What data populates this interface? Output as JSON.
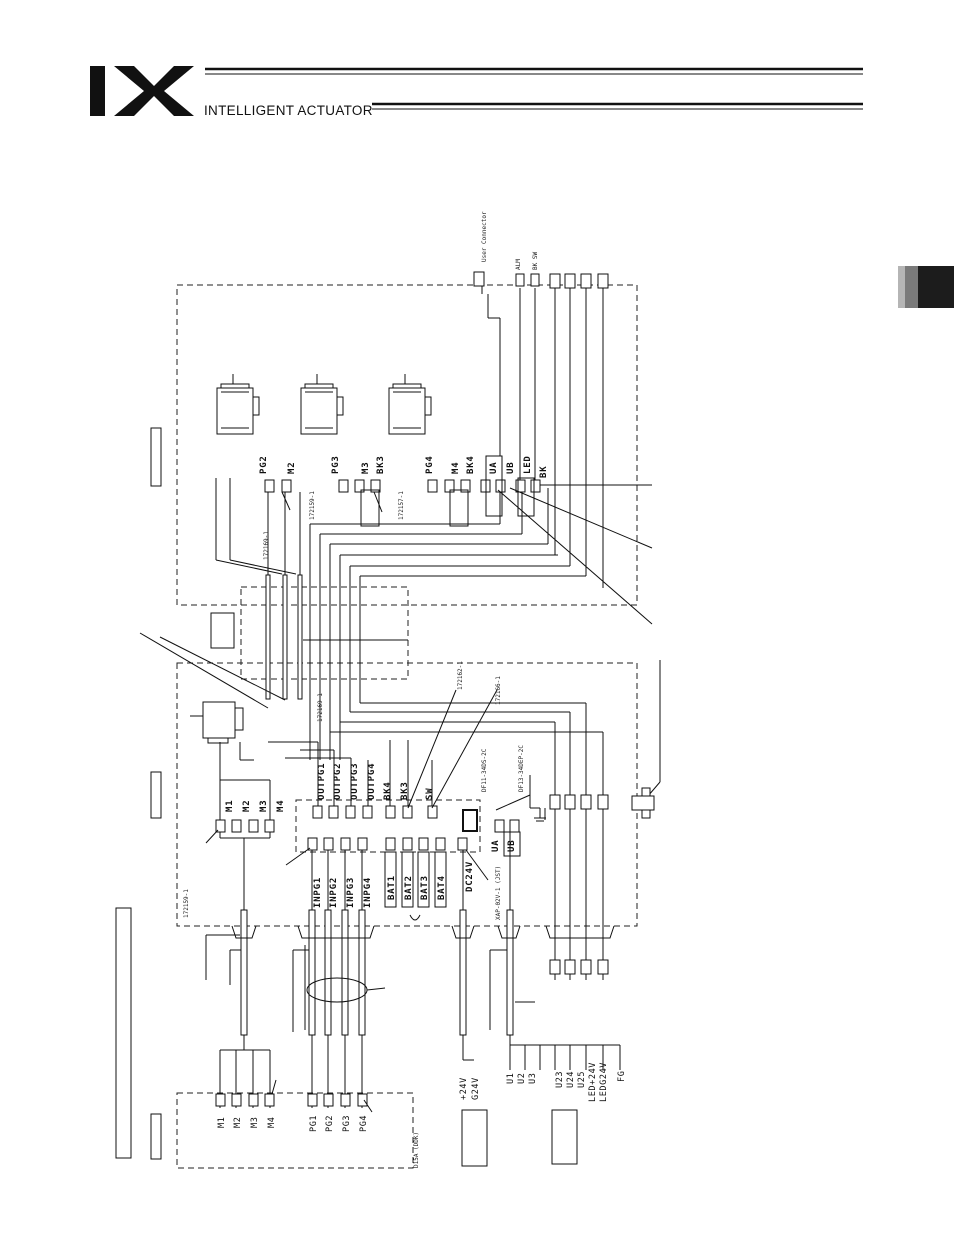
{
  "header": {
    "logo_text": "IX",
    "subtitle": "INTELLIGENT ACTUATOR"
  },
  "colors": {
    "ink": "#111111",
    "tab_dark": "#1c1c1c",
    "tab_mid": "#7a7a7a",
    "tab_light": "#b5b5b5"
  },
  "diagram": {
    "actuator_side": {
      "pg_labels": [
        "PG2",
        "PG3",
        "PG4"
      ],
      "m_labels": [
        "M2",
        "M3",
        "M4"
      ],
      "bk_labels": [
        "BK3",
        "BK4"
      ],
      "brake_labels": [
        "UA",
        "UB",
        "LED",
        "BK"
      ],
      "top_labels": [
        "User Connector",
        "ALM",
        "BK SW"
      ],
      "part_numbers": [
        "172169-1",
        "172159-1",
        "172157-1"
      ]
    },
    "controller_side": {
      "m_labels": [
        "M1",
        "M2",
        "M3",
        "M4"
      ],
      "outpg_labels": [
        "OUTPG1",
        "OUTPG2",
        "OUTPG3",
        "OUTPG4"
      ],
      "bksw_labels": [
        "BK4",
        "BK3",
        "SW"
      ],
      "inpg_labels": [
        "INPG1",
        "INPG2",
        "INPG3",
        "INPG4"
      ],
      "bat_labels": [
        "BAT1",
        "BAT2",
        "BAT3",
        "BAT4"
      ],
      "dc_label": "DC24V",
      "uaub_labels": [
        "UA",
        "UB"
      ],
      "part_numbers": [
        "172169-1",
        "172162-1",
        "172166-1",
        "172159-1"
      ],
      "connector_dp1": "DF11-34DS-2C",
      "connector_dp2": "DF13-34DEP-2C",
      "connector_xap": "XAP-02V-1 (JST)"
    },
    "driver_side": {
      "m_labels": [
        "M1",
        "M2",
        "M3",
        "M4"
      ],
      "pg_labels": [
        "PG1",
        "PG2",
        "PG3",
        "PG4"
      ],
      "power_labels": [
        "+24V",
        "G24V"
      ],
      "io_labels": [
        "U1",
        "U2",
        "U3",
        "U23",
        "U24",
        "U25",
        "LED+24V",
        "LEDG24V",
        "FG"
      ],
      "connector_label": "D15A (DDK)"
    }
  }
}
